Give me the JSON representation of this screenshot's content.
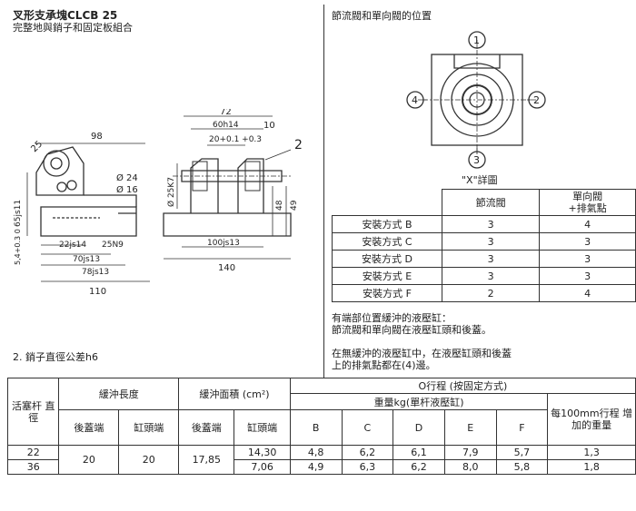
{
  "header": {
    "title": "叉形支承塊CLCB 25",
    "subtitle": "完整地與銷子和固定板組合"
  },
  "drawing": {
    "dims": {
      "d98": "98",
      "d25": "25",
      "d24": "Ø 24",
      "d16": "Ø 16",
      "d65": "65js11",
      "d54": "5,4+0.3 0",
      "d22": "22js14",
      "d25n": "25N9",
      "d70": "70js13",
      "d78": "78js13",
      "d110": "110",
      "d72": "72",
      "d60": "60h14",
      "d10": "10",
      "d20": "20+0.1 +0.3",
      "dk7": "Ø 25K7",
      "d48": "48",
      "d49": "49",
      "d100": "100js13",
      "d140": "140",
      "callout2": "2"
    },
    "note": "2. 銷子直徑公差h6"
  },
  "valve_section": {
    "title": "節流閥和單向閥的位置",
    "positions": [
      "1",
      "2",
      "3",
      "4"
    ],
    "detail_label": "\"X\"詳圖"
  },
  "valve_table": {
    "headers": [
      "",
      "節流閥",
      "單向閥",
      "+排氣點"
    ],
    "rows": [
      {
        "label": "安裝方式 B",
        "throttle": "3",
        "check": "4"
      },
      {
        "label": "安裝方式 C",
        "throttle": "3",
        "check": "3"
      },
      {
        "label": "安裝方式 D",
        "throttle": "3",
        "check": "3"
      },
      {
        "label": "安裝方式 E",
        "throttle": "3",
        "check": "3"
      },
      {
        "label": "安裝方式 F",
        "throttle": "2",
        "check": "4"
      }
    ]
  },
  "notes": {
    "n1": "有端部位置緩沖的液壓缸：",
    "n2": "節流閥和單向閥在液壓缸頭和後蓋。",
    "n3": "在無緩沖的液壓缸中，在液壓缸頭和後蓋",
    "n4": "上的排氣點都在(4)邊。"
  },
  "spec_table": {
    "h_rod": "活塞杆 直徑",
    "h_cushion_len": "緩沖長度",
    "h_cushion_area": "緩沖面積 (cm²)",
    "h_o_stroke": "O行程 (按固定方式)",
    "h_weight": "重量kg(單杆液壓缸)",
    "h_per100": "每100mm行程 增加的重量",
    "h_rear": "後蓋端",
    "h_head": "缸頭端",
    "h_rear2": "後蓋端",
    "h_head2": "缸頭端",
    "cols": [
      "B",
      "C",
      "D",
      "E",
      "F"
    ],
    "rows": [
      {
        "rod": "22",
        "area_head": "14,30",
        "w": [
          "4,8",
          "6,2",
          "6,1",
          "7,9",
          "5,7"
        ],
        "add": "1,3"
      },
      {
        "rod": "36",
        "area_head": "7,06",
        "w": [
          "4,9",
          "6,3",
          "6,2",
          "8,0",
          "5,8"
        ],
        "add": "1,8"
      }
    ],
    "shared": {
      "len_rear": "20",
      "len_head": "20",
      "area_rear": "17,85"
    }
  }
}
